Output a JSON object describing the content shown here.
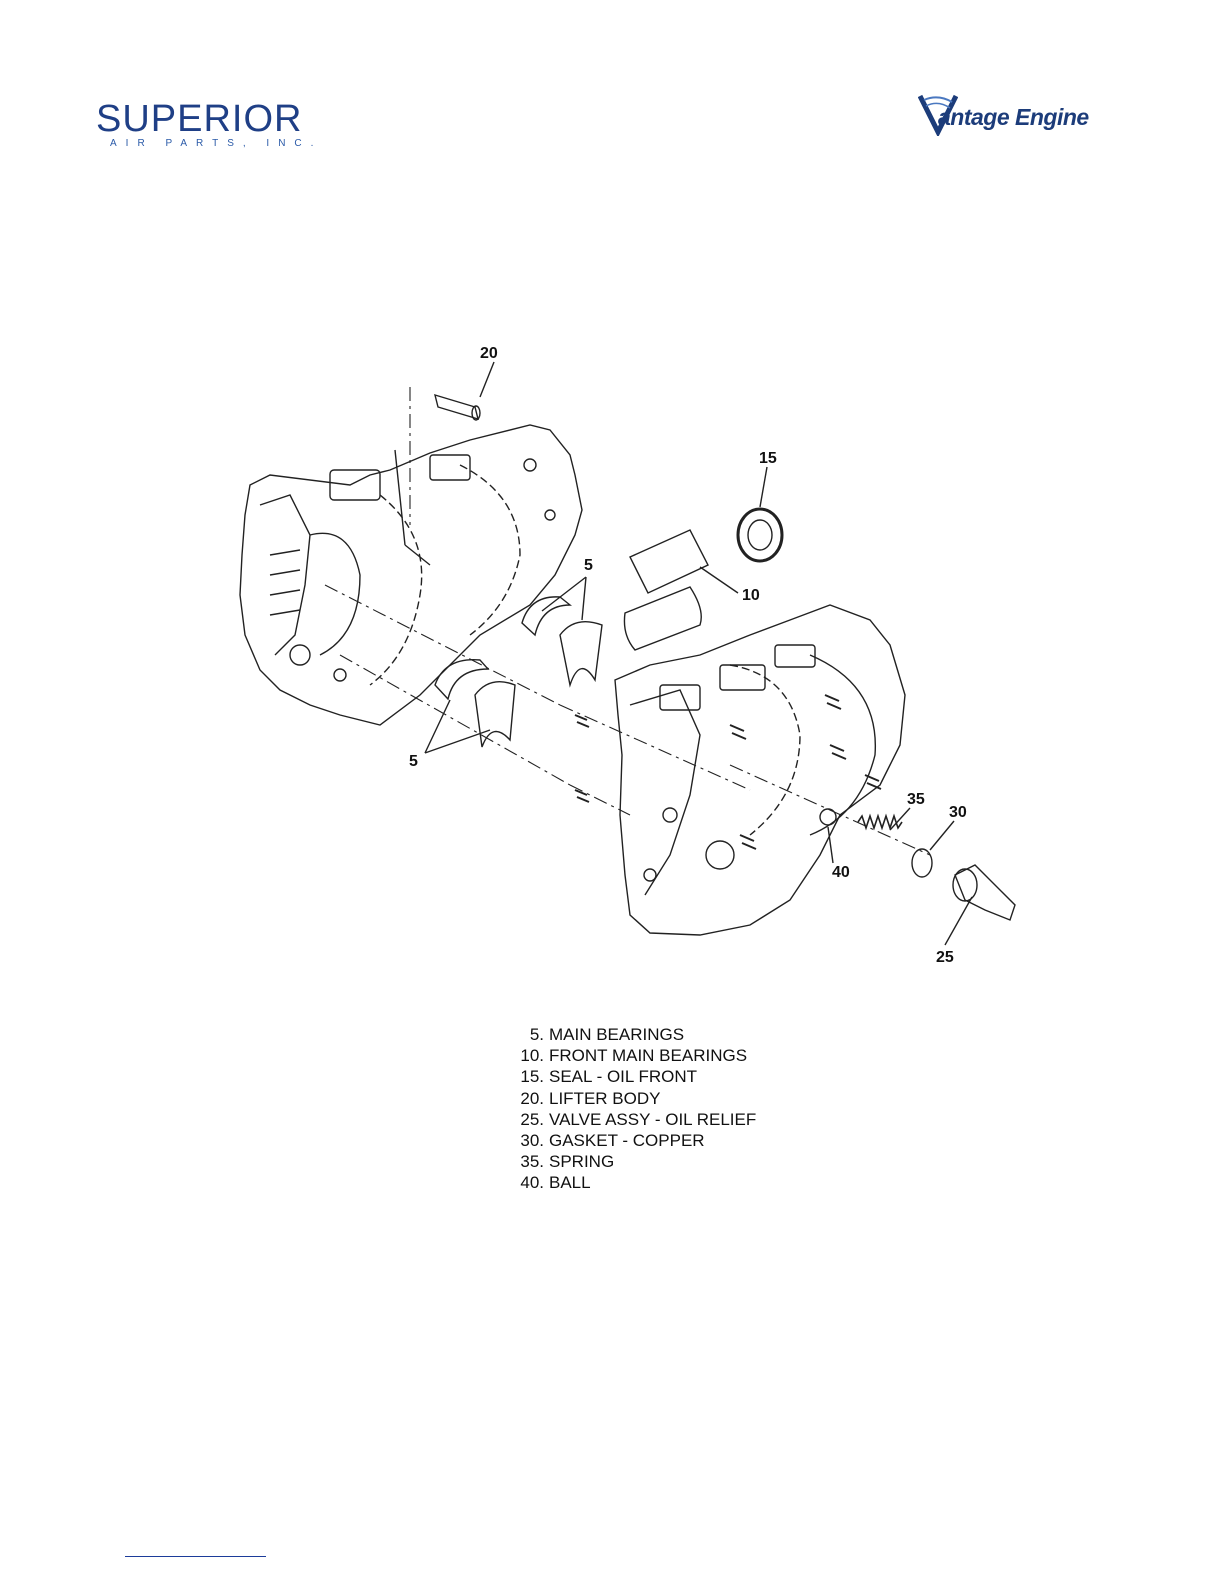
{
  "header": {
    "left_logo": {
      "name": "SUPERIOR",
      "sub": "AIR PARTS, INC."
    },
    "right_logo": {
      "brand": "antage Engine",
      "mark": "V"
    }
  },
  "diagram": {
    "callouts": [
      "20",
      "15",
      "5",
      "10",
      "5",
      "35",
      "30",
      "40",
      "25"
    ]
  },
  "legend": [
    {
      "num": "5.",
      "label": "MAIN BEARINGS"
    },
    {
      "num": "10.",
      "label": "FRONT MAIN BEARINGS"
    },
    {
      "num": "15.",
      "label": "SEAL - OIL FRONT"
    },
    {
      "num": "20.",
      "label": "LIFTER BODY"
    },
    {
      "num": "25.",
      "label": "VALVE ASSY - OIL RELIEF"
    },
    {
      "num": "30.",
      "label": "GASKET - COPPER"
    },
    {
      "num": "35.",
      "label": "SPRING"
    },
    {
      "num": "40.",
      "label": "BALL"
    }
  ],
  "colors": {
    "logo_blue": "#1f3f86",
    "line": "#222222"
  }
}
